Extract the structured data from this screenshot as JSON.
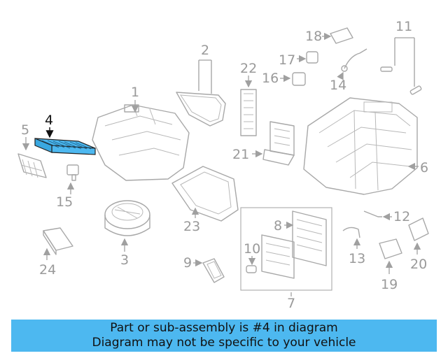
{
  "diagram": {
    "highlighted_part": "4",
    "labels": {
      "l1": "1",
      "l2": "2",
      "l3": "3",
      "l4": "4",
      "l5": "5",
      "l6": "6",
      "l7": "7",
      "l8": "8",
      "l9": "9",
      "l10": "10",
      "l11": "11",
      "l12": "12",
      "l13": "13",
      "l14": "14",
      "l15": "15",
      "l16": "16",
      "l17": "17",
      "l18": "18",
      "l19": "19",
      "l20": "20",
      "l21": "21",
      "l22": "22",
      "l23": "23",
      "l24": "24"
    },
    "colors": {
      "highlight_fill": "#4db8f0",
      "line": "#a8a8a8",
      "banner": "#4db8f0"
    }
  },
  "banner": {
    "line1": "Part or sub-assembly is #4 in diagram",
    "line2": "Diagram may not be specific to your vehicle"
  }
}
